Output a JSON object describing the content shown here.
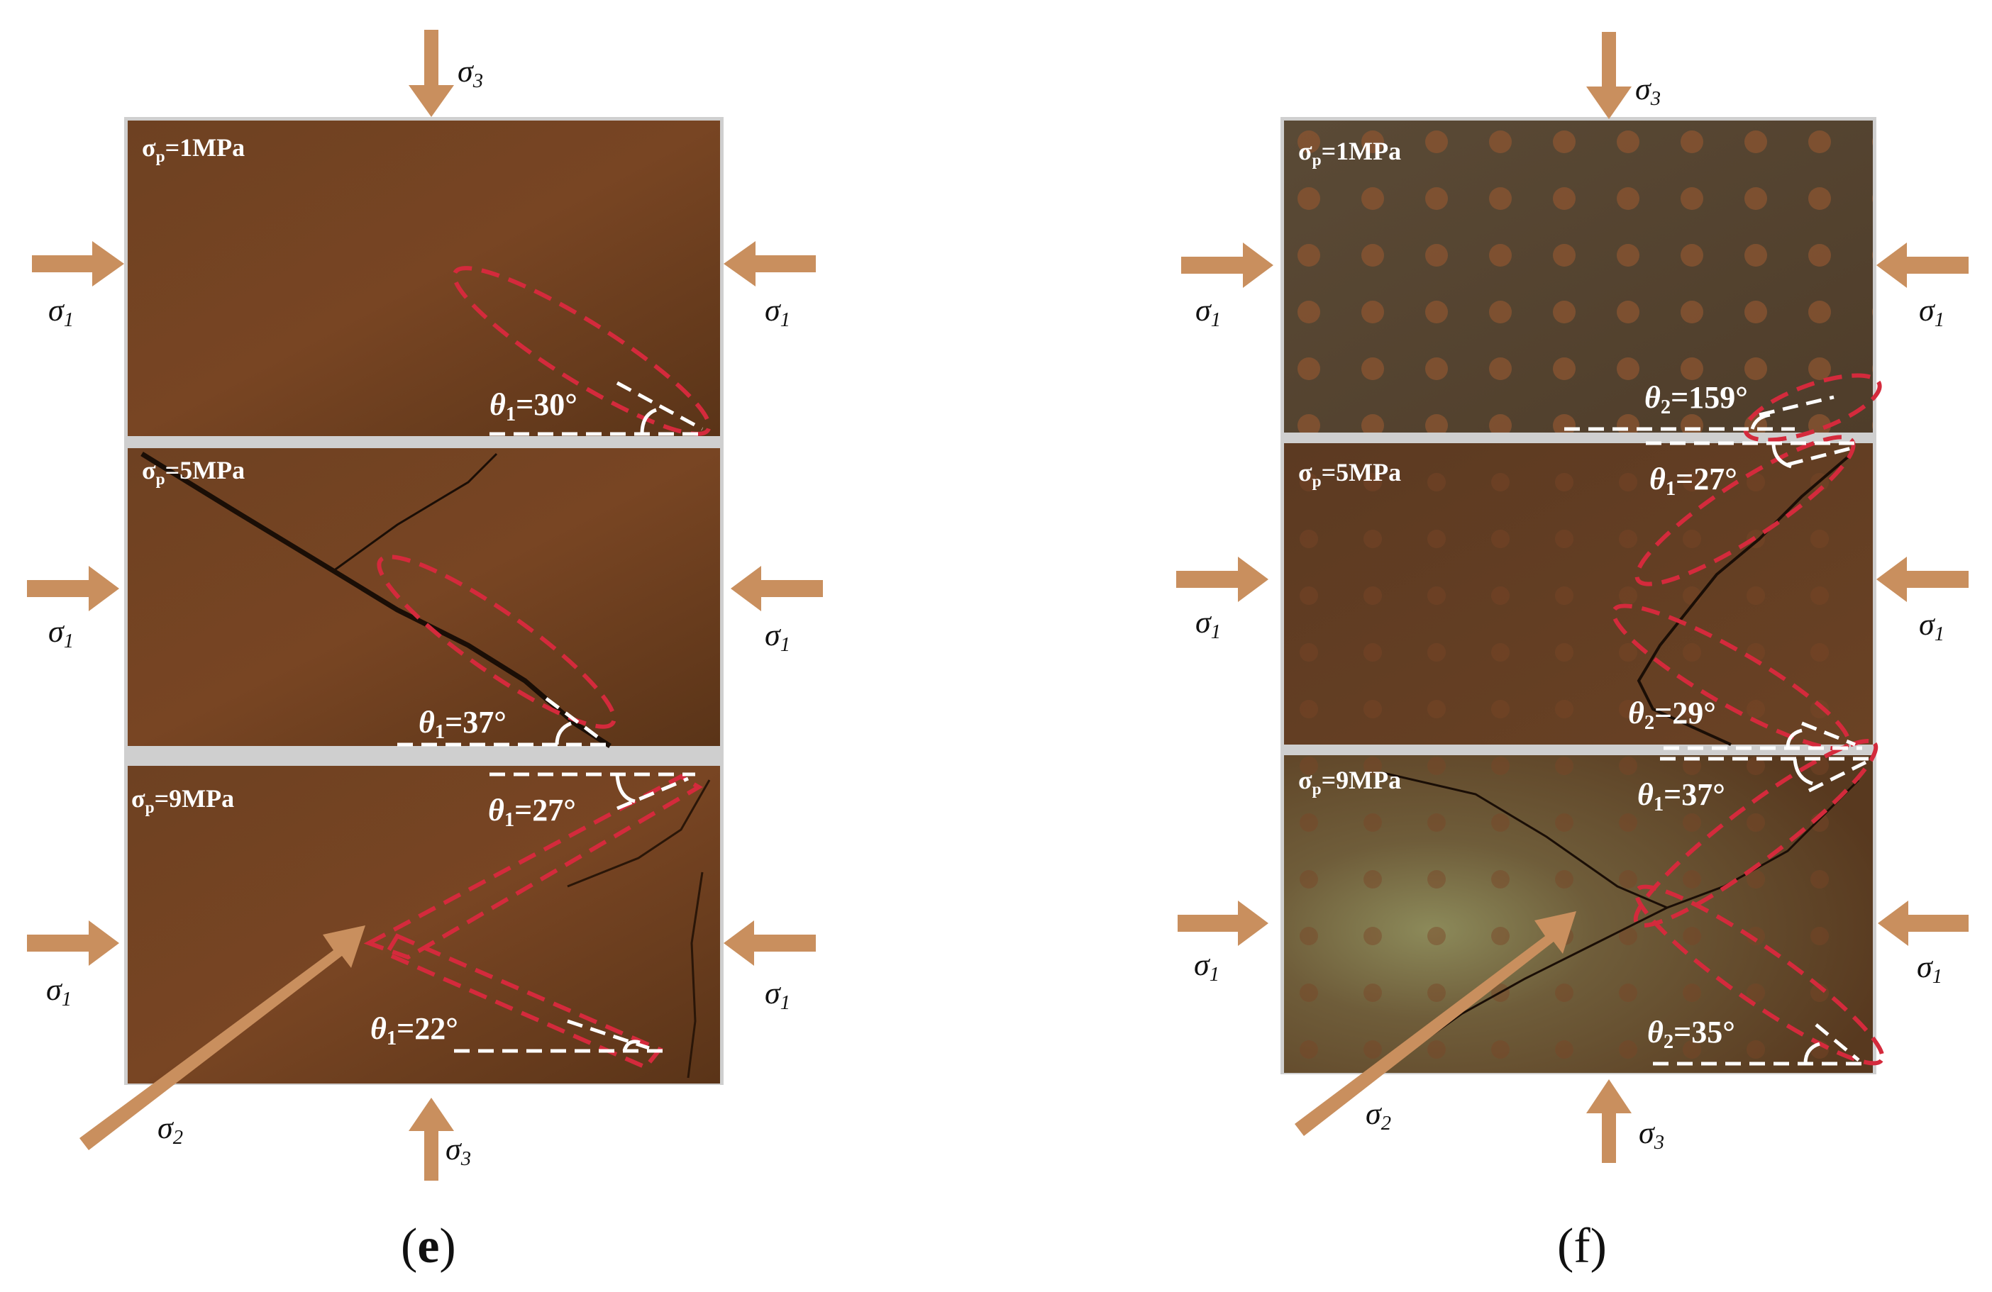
{
  "figure": {
    "panels": [
      {
        "id": "e",
        "caption_open": "(",
        "caption_letter": "e",
        "caption_close": ")",
        "stress_labels": {
          "sigma": "σ",
          "sub1": "1",
          "sub2": "2",
          "sub3": "3"
        },
        "blocks": [
          {
            "pressure_label": "σ",
            "pressure_sub": "p",
            "pressure_value": "=1MPa",
            "angles": [
              {
                "theta": "θ",
                "sub": "1",
                "value": "=30°"
              }
            ]
          },
          {
            "pressure_label": "σ",
            "pressure_sub": "p",
            "pressure_value": "=5MPa",
            "angles": [
              {
                "theta": "θ",
                "sub": "1",
                "value": "=37°"
              }
            ]
          },
          {
            "pressure_label": "σ",
            "pressure_sub": "p",
            "pressure_value": "=9MPa",
            "angles": [
              {
                "theta": "θ",
                "sub": "1",
                "value": "=27°"
              },
              {
                "theta": "θ",
                "sub": "1",
                "value": "=22°"
              }
            ]
          }
        ]
      },
      {
        "id": "f",
        "caption_open": "(",
        "caption_letter": "f",
        "caption_close": ")",
        "stress_labels": {
          "sigma": "σ",
          "sub1": "1",
          "sub2": "2",
          "sub3": "3"
        },
        "blocks": [
          {
            "pressure_label": "σ",
            "pressure_sub": "p",
            "pressure_value": "=1MPa",
            "angles": [
              {
                "theta": "θ",
                "sub": "2",
                "value": "=159°"
              }
            ]
          },
          {
            "pressure_label": "σ",
            "pressure_sub": "p",
            "pressure_value": "=5MPa",
            "angles": [
              {
                "theta": "θ",
                "sub": "1",
                "value": "=27°"
              },
              {
                "theta": "θ",
                "sub": "2",
                "value": "=29°"
              }
            ]
          },
          {
            "pressure_label": "σ",
            "pressure_sub": "p",
            "pressure_value": "=9MPa",
            "angles": [
              {
                "theta": "θ",
                "sub": "1",
                "value": "=37°"
              },
              {
                "theta": "θ",
                "sub": "2",
                "value": "=35°"
              }
            ]
          }
        ]
      }
    ],
    "colors": {
      "arrow": "#c98f5e",
      "crack_outline": "#d42a3c",
      "angle_marker": "#ffffff",
      "rock_e": "#6b3f1f",
      "rock_f": "#5e4024"
    }
  }
}
